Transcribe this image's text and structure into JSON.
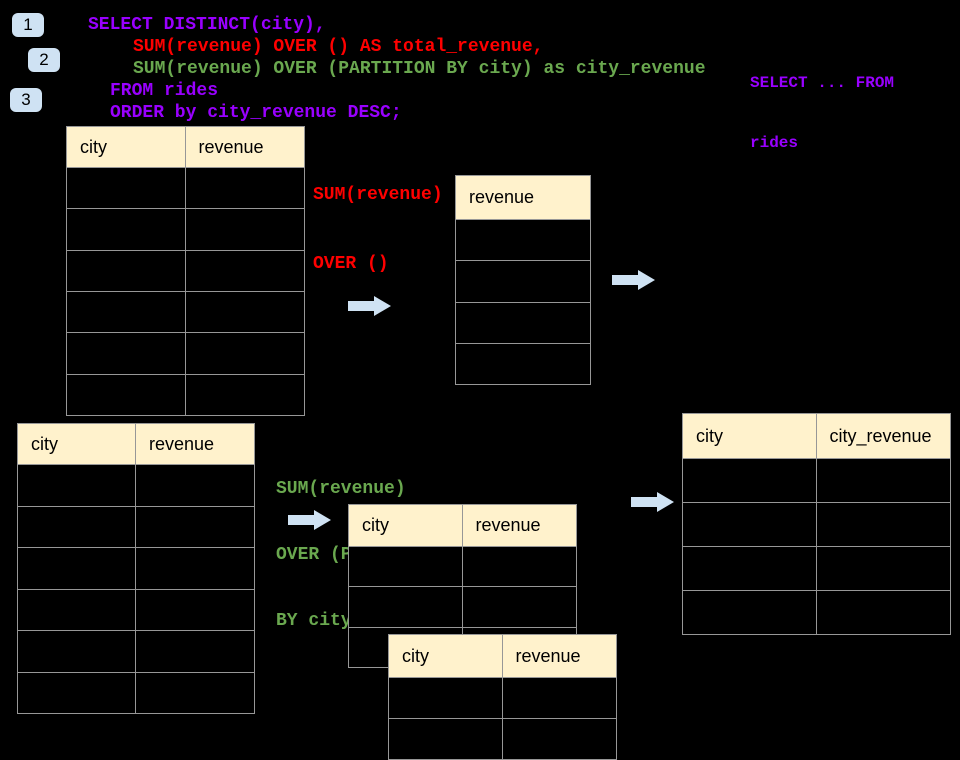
{
  "colors": {
    "background": "#000000",
    "code_purple": "#9900ff",
    "code_red": "#ff0000",
    "code_green": "#6aa84f",
    "table_header_fill": "#fff2cc",
    "table_border": "#979797",
    "badge_fill": "#cfe2f3",
    "arrow_fill": "#cfe2f3"
  },
  "badges": {
    "one": "1",
    "two": "2",
    "three": "3"
  },
  "code": {
    "line1": "SELECT DISTINCT(city),",
    "line2": "SUM(revenue) OVER () AS total_revenue,",
    "line3": "SUM(revenue) OVER (PARTITION BY city) as city_revenue",
    "line4": "FROM rides",
    "line5": "ORDER by city_revenue DESC;"
  },
  "side_note": {
    "line1": "SELECT ... FROM",
    "line2": "rides"
  },
  "labels": {
    "total": {
      "line1": "SUM(revenue)",
      "line2": "OVER ()"
    },
    "partition": {
      "line1": "SUM(revenue)",
      "line2": "OVER (PARTITION",
      "line3": "BY city)"
    }
  },
  "tables": {
    "source_top": {
      "col1": "city",
      "col2": "revenue",
      "empty_rows": 6
    },
    "total_result": {
      "col1": "revenue",
      "empty_rows": 4
    },
    "source_bottom": {
      "col1": "city",
      "col2": "revenue",
      "empty_rows": 6
    },
    "partition_step": {
      "col1": "city",
      "col2": "revenue",
      "empty_rows": 3
    },
    "partition_step_overlay": {
      "col1": "city",
      "col2": "revenue",
      "empty_rows": 2
    },
    "city_revenue_result": {
      "col1": "city",
      "col2": "city_revenue",
      "empty_rows": 4
    }
  },
  "icons": {
    "arrow_right": "block-arrow-right"
  }
}
